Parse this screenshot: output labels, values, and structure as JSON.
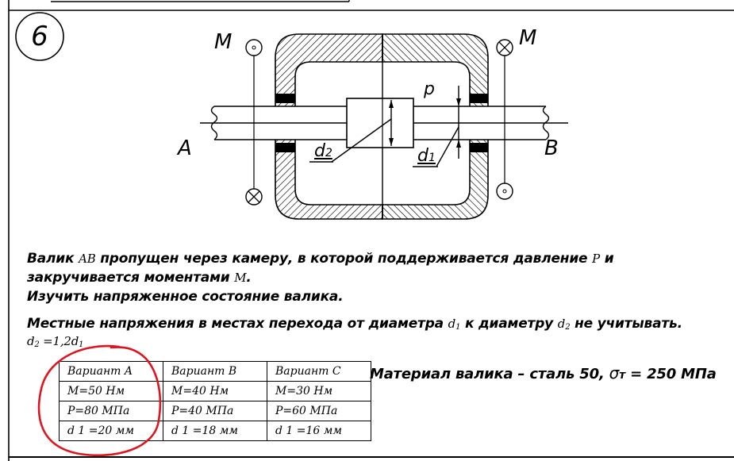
{
  "problem_number": "6",
  "figure": {
    "label_M_left": "M",
    "label_M_right": "M",
    "label_A": "A",
    "label_B": "B",
    "label_p": "p",
    "label_d2": "d",
    "label_d2_sub": "2",
    "label_d1": "d",
    "label_d1_sub": "1"
  },
  "text": {
    "line1_a": "Валик ",
    "line1_ab": "AB",
    "line1_b": "  пропущен через камеру, в которой поддерживается давление ",
    "line1_p": "P",
    "line1_c": "  и",
    "line2_a": "закручивается моментами ",
    "line2_m": "M",
    "line2_b": ".",
    "line3": "Изучить напряженное состояние валика.",
    "line4_a": "Местные напряжения в местах перехода от диаметра ",
    "line4_d1": "d",
    "line4_d1_sub": "1",
    "line4_b": "  к диаметру ",
    "line4_d2": "d",
    "line4_d2_sub": "2",
    "line4_c": "  не учитывать.",
    "line5_a": "d",
    "line5_sub": "2",
    "line5_b": " =1,2d",
    "line5_sub2": "1"
  },
  "variants": {
    "headers": [
      "Вариант A",
      "Вариант B",
      "Вариант C"
    ],
    "rows": [
      [
        "M=50 Нм",
        "M=40 Нм",
        "M=30 Нм"
      ],
      [
        "P=80 МПа",
        "P=40 МПа",
        "P=60 МПа"
      ],
      [
        "d 1 =20 мм",
        "d 1 =18 мм",
        "d 1 =16 мм"
      ]
    ]
  },
  "material": {
    "text_a": "Материал валика – сталь 50, ",
    "sigma": "σ",
    "sigma_sub": "т",
    "text_b": " = 250 МПа"
  },
  "colors": {
    "annotation": "#e0141e",
    "line": "#000000",
    "background": "#ffffff"
  }
}
